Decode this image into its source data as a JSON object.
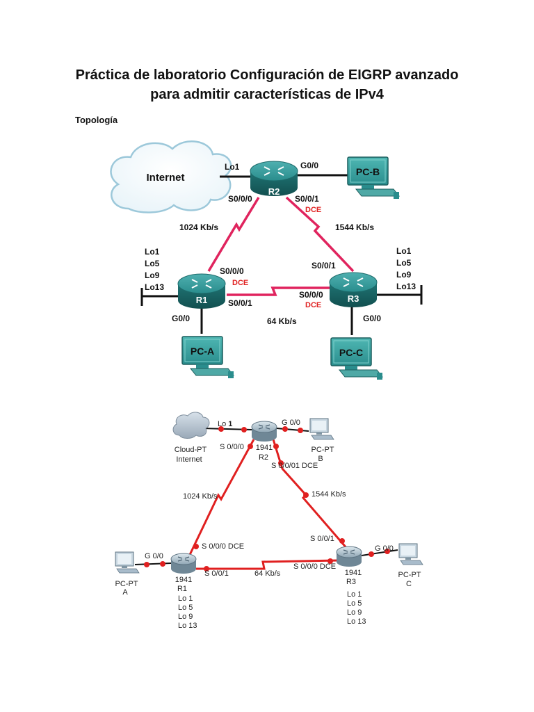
{
  "title_lines": [
    "Práctica de laboratorio Configuración de EIGRP avanzado",
    "para admitir características de IPv4"
  ],
  "section_heading": "Topología",
  "colors": {
    "serial_link": "#e0245e",
    "dce": "#e02020",
    "device": "#2a8d8d",
    "link_dot": "#e02020"
  },
  "top_diagram": {
    "cloud_label": "Internet",
    "routers": {
      "r1": "R1",
      "r2": "R2",
      "r3": "R3"
    },
    "pcs": {
      "pca": "PC-A",
      "pcb": "PC-B",
      "pcc": "PC-C"
    },
    "interfaces": {
      "r2_lo": "Lo1",
      "r2_g": "G0/0",
      "r2_s000": "S0/0/0",
      "r2_s001": "S0/0/1",
      "r1_s000": "S0/0/0",
      "r1_s001": "S0/0/1",
      "r1_g": "G0/0",
      "r3_s001": "S0/0/1",
      "r3_s000": "S0/0/0",
      "r3_g": "G0/0"
    },
    "dce": {
      "r2": "DCE",
      "r1": "DCE",
      "r3": "DCE"
    },
    "r1_loopbacks": [
      "Lo1",
      "Lo5",
      "Lo9",
      "Lo13"
    ],
    "r3_loopbacks": [
      "Lo1",
      "Lo5",
      "Lo9",
      "Lo13"
    ],
    "bandwidths": {
      "r1_r2": "1024 Kb/s",
      "r2_r3": "1544 Kb/s",
      "r1_r3": "64 Kb/s"
    }
  },
  "bottom_diagram": {
    "cloud": {
      "type": "Cloud-PT",
      "name": "Internet"
    },
    "r2": {
      "model": "1941",
      "name": "R2"
    },
    "r1": {
      "model": "1941",
      "name": "R1"
    },
    "r3": {
      "model": "1941",
      "name": "R3"
    },
    "pcb": {
      "type": "PC-PT",
      "name": "B"
    },
    "pca": {
      "type": "PC-PT",
      "name": "A"
    },
    "pcc": {
      "type": "PC-PT",
      "name": "C"
    },
    "labels": {
      "lo1_prefix": "Lo ",
      "lo1_num": "1",
      "r2_g": "G 0/0",
      "r2_s000": "S 0/0/0",
      "r2_s001": "S 0/0/01 DCE",
      "bw_r1_r2": "1024 Kb/s",
      "bw_r2_r3": "1544 Kb/s",
      "r1_s000": "S 0/0/0 DCE",
      "r1_g": "G 0/0",
      "r1_s001": "S 0/0/1",
      "bw_r1_r3": "64 Kb/s",
      "r3_s001": "S 0/0/1",
      "r3_s000": "S 0/0/0 DCE",
      "r3_g": "G 0/0"
    },
    "r1_loopbacks": [
      "Lo 1",
      "Lo 5",
      "Lo 9",
      "Lo 13"
    ],
    "r3_loopbacks": [
      "Lo 1",
      "Lo 5",
      "Lo 9",
      "Lo 13"
    ]
  }
}
